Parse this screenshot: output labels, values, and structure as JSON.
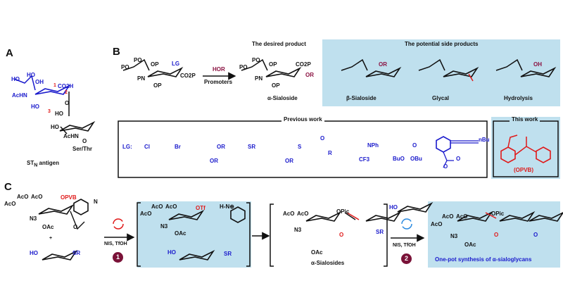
{
  "panels": {
    "a": "A",
    "b": "B",
    "c": "C"
  },
  "panel_a": {
    "caption": "ST",
    "caption_sub": "N",
    "caption_rest": " antigen",
    "atoms": [
      "HO",
      "HO",
      "OH",
      "AcHN",
      "HO",
      "CO2H",
      "O",
      "HO",
      "HO",
      "AcHN",
      "O",
      "Ser/Thr"
    ],
    "numbers": [
      "1",
      "2",
      "3"
    ]
  },
  "panel_b": {
    "reactant": {
      "lg": "LG",
      "atoms": [
        "PO",
        "PO",
        "OP",
        "PN",
        "OP",
        "CO2P"
      ]
    },
    "reagent_top": "HOR",
    "reagent_bottom": "Promoters",
    "desired_title": "The desired product",
    "desired": {
      "name": "α-Sialoside",
      "atoms": [
        "PO",
        "PO",
        "OP",
        "PN",
        "OP",
        "CO2P",
        "OR"
      ]
    },
    "side_title": "The potential side products",
    "side_products": [
      {
        "name": "β-Sialoside",
        "highlight": "OR"
      },
      {
        "name": "Glycal",
        "highlight": ""
      },
      {
        "name": "Hydrolysis",
        "highlight": "OH"
      }
    ],
    "previous_work": {
      "title": "Previous work",
      "lg_label": "LG:",
      "texts": {
        "cl": "Cl",
        "br": "Br",
        "or1": "OR",
        "or2": "OR",
        "sr": "SR",
        "s": "S",
        "or3": "OR",
        "so_o": "O",
        "so_r": "R",
        "nph": "NPh",
        "cf3": "CF3",
        "po_o": "O",
        "buo": "BuO",
        "obu": "OBu",
        "nbu": "nBu",
        "o1": "O",
        "o2": "O"
      }
    },
    "this_work": {
      "title": "This work",
      "name": "(OPVB)"
    }
  },
  "panel_c": {
    "reactant": {
      "leaving_group": "OPVB",
      "atoms": [
        "AcO",
        "AcO",
        "AcO",
        "N3",
        "OAc",
        "O",
        "N"
      ],
      "plus": "+",
      "acceptor": [
        "HO",
        "SR"
      ]
    },
    "step1": {
      "reagents": "NIS, TfOH",
      "number": "1"
    },
    "intermediate": {
      "otf": "OTf",
      "pyridinium": "H-N⊕",
      "atoms": [
        "AcO",
        "AcO",
        "AcO",
        "N3",
        "OAc"
      ],
      "acceptor": [
        "HO",
        "SR"
      ]
    },
    "sialosides": {
      "name": "α-Sialosides",
      "atoms": [
        "AcO",
        "AcO",
        "OPic",
        "N3",
        "OAc",
        "O",
        "SR"
      ]
    },
    "step2": {
      "reagents": "NIS, TfOH",
      "number": "2",
      "acceptor": "HO"
    },
    "final": {
      "caption": "One-pot synthesis of α-sialoglycans",
      "atoms": [
        "AcO",
        "AcO",
        "AcO",
        "OPic",
        "N3",
        "OAc",
        "O",
        "O"
      ]
    }
  },
  "colors": {
    "blue_box": "#bfe0ee",
    "blue_text": "#1a1acc",
    "red": "#e01919",
    "maroon": "#7a1238"
  }
}
